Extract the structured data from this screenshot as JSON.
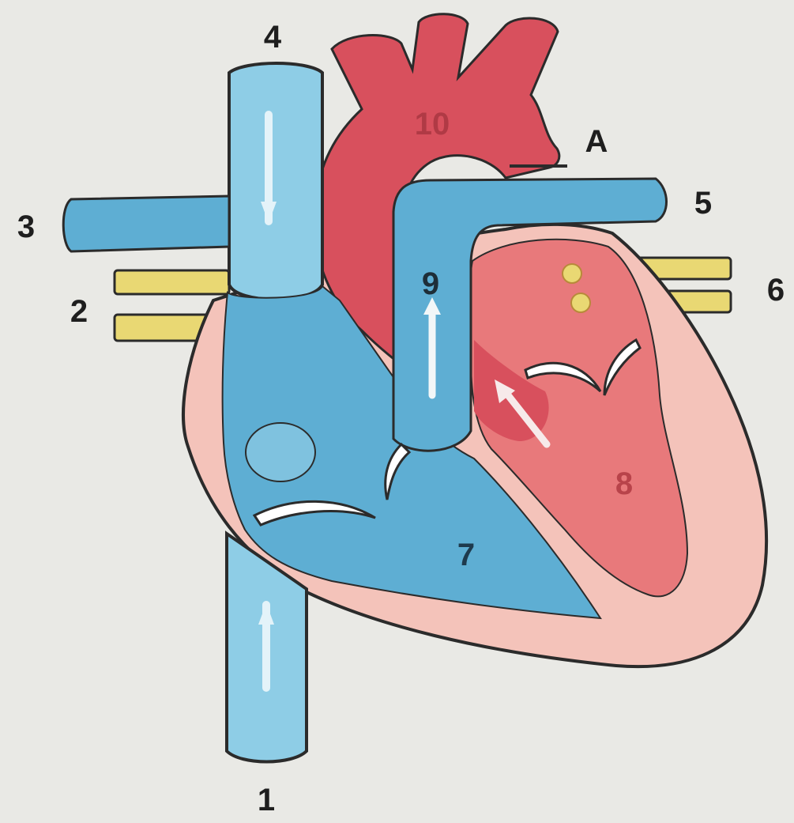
{
  "labels": {
    "l1": "1",
    "l2": "2",
    "l3": "3",
    "l4": "4",
    "l5": "5",
    "l6": "6",
    "l7": "7",
    "l8": "8",
    "l9": "9",
    "l10": "10",
    "lA": "A"
  },
  "colors": {
    "background": "#e9e9e5",
    "deoxygenated_blue": "#5eaed3",
    "vena_cava_light_blue": "#8ecde6",
    "oxygenated_red": "#d8505d",
    "left_side_red": "#e8797b",
    "myocardium_pink": "#f4c3ba",
    "pulmonary_vein_yellow": "#e9d873",
    "outline": "#2b2b2b"
  }
}
